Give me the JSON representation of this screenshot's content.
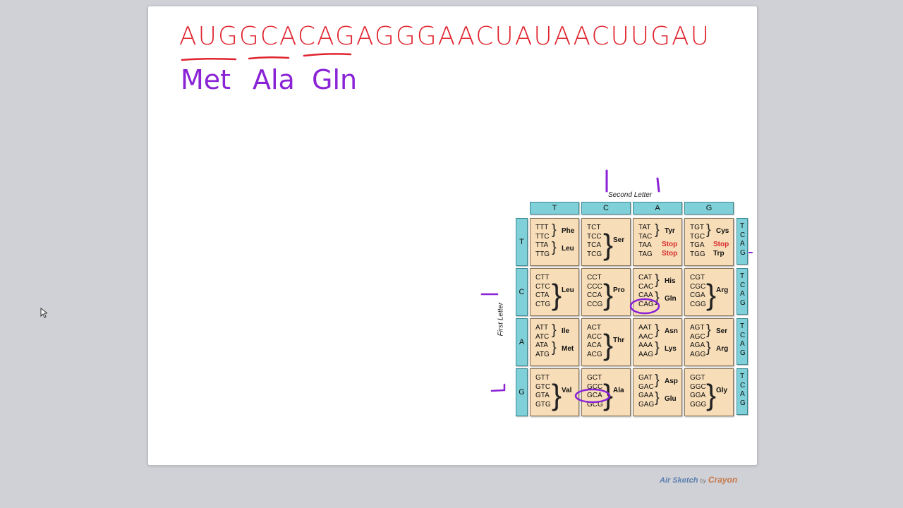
{
  "sequence_line": "AUGGCACAGAGGGAACUAUAACUUGAU",
  "translated": [
    "Met",
    "Ala",
    "Gln"
  ],
  "colors": {
    "red_ink": "#e0242f",
    "purple_ink": "#8a22d6",
    "header_teal": "#7fd0d8",
    "cell_tan": "#f7ddb8"
  },
  "table": {
    "title": "Second Letter",
    "first_title": "First Letter",
    "second_letters": [
      "T",
      "C",
      "A",
      "G"
    ],
    "first_letters": [
      "T",
      "C",
      "A",
      "G"
    ],
    "third_letters": "T C A G",
    "rows": [
      [
        {
          "codons": [
            "TTT",
            "TTC",
            "TTA",
            "TTG"
          ],
          "labels": [
            "Phe",
            "Leu"
          ]
        },
        {
          "codons": [
            "TCT",
            "TCC",
            "TCA",
            "TCG"
          ],
          "labels": [
            "Ser"
          ]
        },
        {
          "codons": [
            "TAT",
            "TAC",
            "TAA",
            "TAG"
          ],
          "labels": [
            "Tyr",
            "Stop",
            "Stop"
          ]
        },
        {
          "codons": [
            "TGT",
            "TGC",
            "TGA",
            "TGG"
          ],
          "labels": [
            "Cys",
            "Stop",
            "Trp"
          ]
        }
      ],
      [
        {
          "codons": [
            "CTT",
            "CTC",
            "CTA",
            "CTG"
          ],
          "labels": [
            "Leu"
          ]
        },
        {
          "codons": [
            "CCT",
            "CCC",
            "CCA",
            "CCG"
          ],
          "labels": [
            "Pro"
          ]
        },
        {
          "codons": [
            "CAT",
            "CAC",
            "CAA",
            "CAG"
          ],
          "labels": [
            "His",
            "Gln"
          ]
        },
        {
          "codons": [
            "CGT",
            "CGC",
            "CGA",
            "CGG"
          ],
          "labels": [
            "Arg"
          ]
        }
      ],
      [
        {
          "codons": [
            "ATT",
            "ATC",
            "ATA",
            "ATG"
          ],
          "labels": [
            "Ile",
            "Met"
          ]
        },
        {
          "codons": [
            "ACT",
            "ACC",
            "ACA",
            "ACG"
          ],
          "labels": [
            "Thr"
          ]
        },
        {
          "codons": [
            "AAT",
            "AAC",
            "AAA",
            "AAG"
          ],
          "labels": [
            "Asn",
            "Lys"
          ]
        },
        {
          "codons": [
            "AGT",
            "AGC",
            "AGA",
            "AGG"
          ],
          "labels": [
            "Ser",
            "Arg"
          ]
        }
      ],
      [
        {
          "codons": [
            "GTT",
            "GTC",
            "GTA",
            "GTG"
          ],
          "labels": [
            "Val"
          ]
        },
        {
          "codons": [
            "GCT",
            "GCC",
            "GCA",
            "GCG"
          ],
          "labels": [
            "Ala"
          ]
        },
        {
          "codons": [
            "GAT",
            "GAC",
            "GAA",
            "GAG"
          ],
          "labels": [
            "Asp",
            "Glu"
          ]
        },
        {
          "codons": [
            "GGT",
            "GGC",
            "GGA",
            "GGG"
          ],
          "labels": [
            "Gly"
          ]
        }
      ]
    ]
  },
  "brand": {
    "app": "Air Sketch",
    "by": "by",
    "maker": "Crayon"
  }
}
